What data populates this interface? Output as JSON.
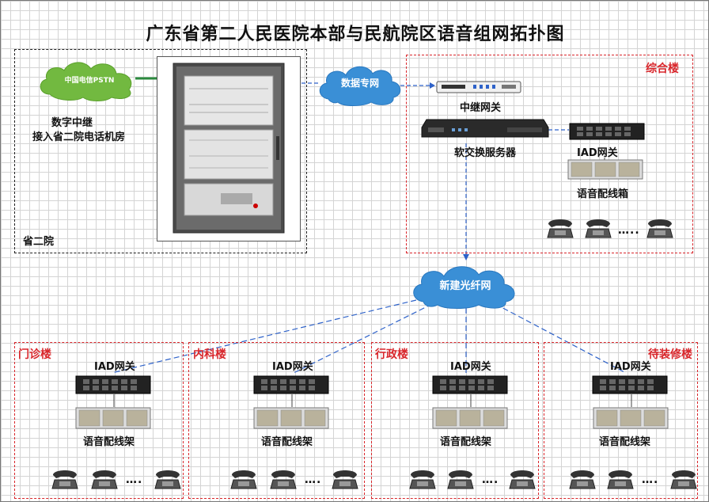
{
  "title": "广东省第二人民医院本部与民航院区语音组网拓扑图",
  "pstn_cloud": "中国电信PSTN",
  "trunk_text_line1": "数字中继",
  "trunk_text_line2": "接入省二院电话机房",
  "hospital_label": "省二院",
  "data_cloud": "数据专网",
  "zonghe": {
    "name": "综合楼",
    "relay_gateway": "中继网关",
    "softswitch": "软交换服务器",
    "iad": "IAD网关",
    "distribution_box": "语音配线箱",
    "dots": "….."
  },
  "fiber_cloud": "新建光纤网",
  "buildings": [
    {
      "name": "门诊楼",
      "iad": "IAD网关",
      "rack": "语音配线架",
      "dots": "…."
    },
    {
      "name": "内科楼",
      "iad": "IAD网关",
      "rack": "语音配线架",
      "dots": "…."
    },
    {
      "name": "行政楼",
      "iad": "IAD网关",
      "rack": "语音配线架",
      "dots": "…."
    },
    {
      "name": "待装修楼",
      "iad": "IAD网关",
      "rack": "语音配线架",
      "dots": "…."
    }
  ],
  "colors": {
    "zone_border": "#d9262b",
    "cloud": "#3a8fd6",
    "pstn_cloud": "#72b940",
    "link": "#2e62c9"
  }
}
